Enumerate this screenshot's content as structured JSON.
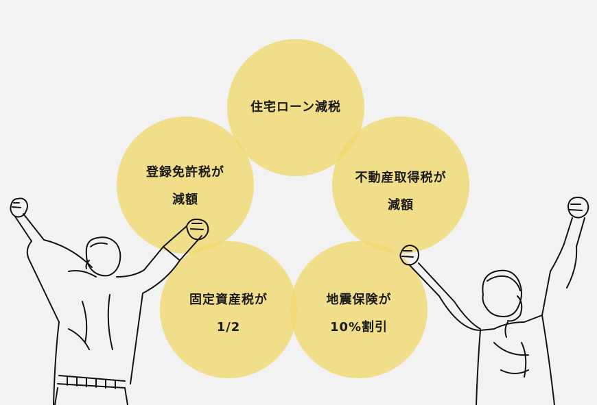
{
  "benefits": [
    {
      "line1": "住宅ローン減税",
      "line2": ""
    },
    {
      "line1": "登録免許税が",
      "line2": "減額"
    },
    {
      "line1": "不動産取得税が",
      "line2": "減額"
    },
    {
      "line1": "固定資産税が",
      "line2": "1/2"
    },
    {
      "line1": "地震保険が",
      "line2": "10%割引"
    }
  ],
  "colors": {
    "circle_fill": "#f0d96e",
    "background": "#f2f2f2",
    "text": "#1a1a1a"
  },
  "illustrations": [
    "man-cheering",
    "woman-cheering"
  ]
}
